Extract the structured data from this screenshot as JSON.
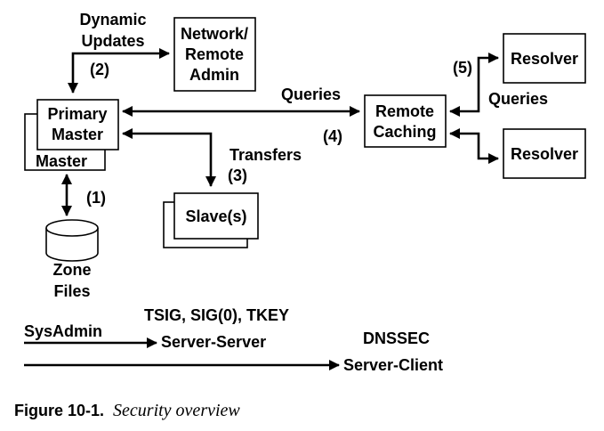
{
  "nodes": {
    "network_admin": [
      "Network/",
      "Remote",
      "Admin"
    ],
    "primary_master": [
      "Primary",
      "Master"
    ],
    "master_shadow": "Master",
    "remote_caching": [
      "Remote",
      "Caching"
    ],
    "resolver_top": "Resolver",
    "resolver_bottom": "Resolver",
    "slaves": "Slave(s)",
    "zone_files": [
      "Zone",
      "Files"
    ]
  },
  "labels": {
    "dynamic_updates": [
      "Dynamic",
      "Updates"
    ],
    "step2": "(2)",
    "queries_main": "Queries",
    "step4": "(4)",
    "transfers": "Transfers",
    "step3": "(3)",
    "step1": "(1)",
    "step5": "(5)",
    "queries_resolver": "Queries"
  },
  "legend": {
    "sysadmin": "SysAdmin",
    "tsig_title": "TSIG, SIG(0), TKEY",
    "server_server": "Server-Server",
    "dnssec_title": "DNSSEC",
    "server_client": "Server-Client"
  },
  "caption": {
    "label": "Figure 10-1.",
    "text": "Security overview"
  }
}
